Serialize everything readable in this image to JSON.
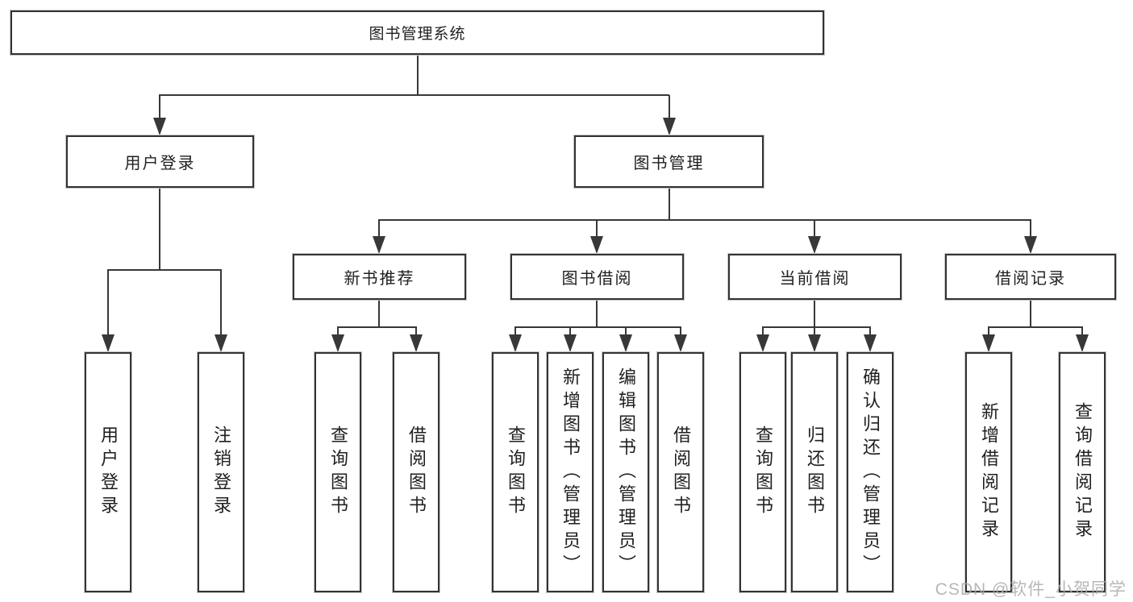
{
  "colors": {
    "background": "#ffffff",
    "line": "#383838",
    "box_border": "#333333",
    "text": "#1f1f1f",
    "watermark": "#ababab"
  },
  "watermark": "CSDN @软件_小贺同学",
  "diagram": {
    "title": "图书管理系统",
    "branches": [
      {
        "label": "用户登录",
        "children": [
          "用户登录",
          "注销登录"
        ]
      },
      {
        "label": "图书管理",
        "children": [
          {
            "label": "新书推荐",
            "children": [
              "查询图书",
              "借阅图书"
            ]
          },
          {
            "label": "图书借阅",
            "children": [
              "查询图书",
              "新增图书（管理员）",
              "编辑图书（管理员）",
              "借阅图书"
            ]
          },
          {
            "label": "当前借阅",
            "children": [
              "查询图书",
              "归还图书",
              "确认归还（管理员）"
            ]
          },
          {
            "label": "借阅记录",
            "children": [
              "新增借阅记录",
              "查询借阅记录"
            ]
          }
        ]
      }
    ]
  }
}
